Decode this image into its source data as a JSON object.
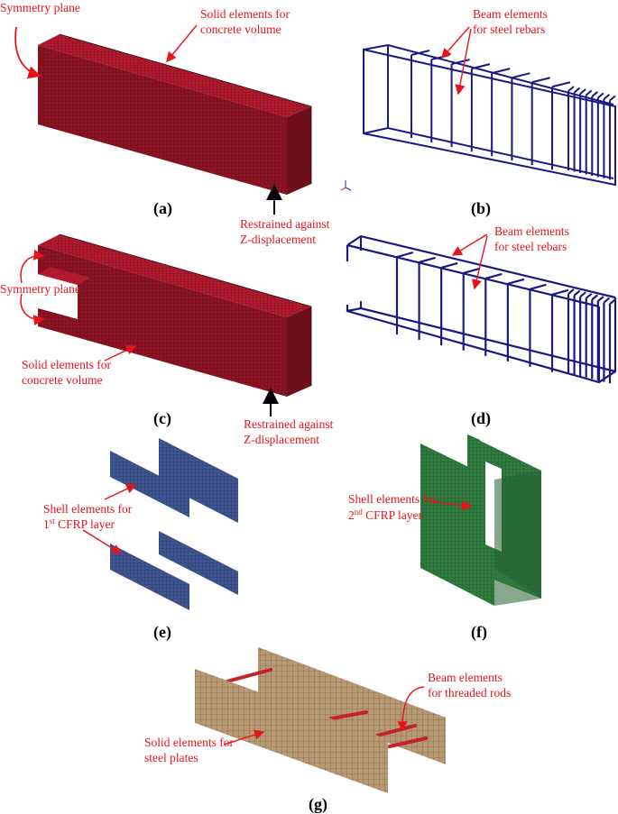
{
  "colors": {
    "concrete": "#8b1422",
    "concrete_top": "#b01a2c",
    "concrete_side": "#6d0f1a",
    "rebar": "#1a1a80",
    "cfrp1": "#3e5590",
    "cfrp2": "#2f7b3e",
    "steel_plate": "#b79a74",
    "rod": "#c4202e",
    "annotation": "#e8141c"
  },
  "panels": {
    "a": {
      "caption": "(a)",
      "symmetry_label": "Symmetry plane",
      "solid_label_1": "Solid elements for",
      "solid_label_2": "concrete volume",
      "restraint_label_1": "Restrained against",
      "restraint_label_2": "Z-displacement"
    },
    "b": {
      "caption": "(b)",
      "beam_label_1": "Beam elements",
      "beam_label_2": "for steel rebars"
    },
    "c": {
      "caption": "(c)",
      "symmetry_label": "Symmetry plane",
      "solid_label_1": "Solid elements for",
      "solid_label_2": "concrete volume",
      "restraint_label_1": "Restrained against",
      "restraint_label_2": "Z-displacement"
    },
    "d": {
      "caption": "(d)",
      "beam_label_1": "Beam elements",
      "beam_label_2": "for steel rebars"
    },
    "e": {
      "caption": "(e)",
      "shell_label_1": "Shell elements for",
      "shell_label_2_sup": "st",
      "shell_label_2_num": "1",
      "shell_label_2_rest": " CFRP layer"
    },
    "f": {
      "caption": "(f)",
      "shell_label_1": "Shell elements for",
      "shell_label_2_num": "2",
      "shell_label_2_sup": "nd",
      "shell_label_2_rest": " CFRP layer"
    },
    "g": {
      "caption": "(g)",
      "solid_label_1": "Solid elements for",
      "solid_label_2": "steel plates",
      "beam_label_1": "Beam elements",
      "beam_label_2": "for threaded rods"
    }
  }
}
